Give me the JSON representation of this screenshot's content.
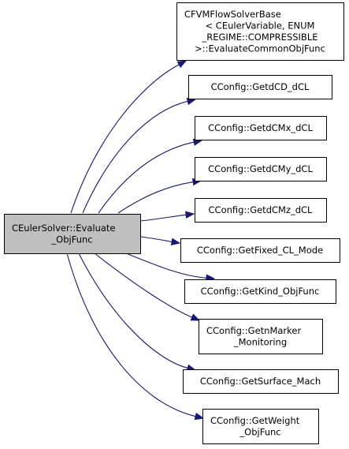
{
  "root": {
    "lines": [
      "CEulerSolver::Evaluate",
      "_ObjFunc"
    ]
  },
  "callees": [
    {
      "lines": [
        "CFVMFlowSolverBase",
        "< CEulerVariable, ENUM",
        "_REGIME::COMPRESSIBLE",
        ">::EvaluateCommonObjFunc"
      ]
    },
    {
      "lines": [
        "CConfig::GetdCD_dCL"
      ]
    },
    {
      "lines": [
        "CConfig::GetdCMx_dCL"
      ]
    },
    {
      "lines": [
        "CConfig::GetdCMy_dCL"
      ]
    },
    {
      "lines": [
        "CConfig::GetdCMz_dCL"
      ]
    },
    {
      "lines": [
        "CConfig::GetFixed_CL_Mode"
      ]
    },
    {
      "lines": [
        "CConfig::GetKind_ObjFunc"
      ]
    },
    {
      "lines": [
        "CConfig::GetnMarker",
        "_Monitoring"
      ]
    },
    {
      "lines": [
        "CConfig::GetSurface_Mach"
      ]
    },
    {
      "lines": [
        "CConfig::GetWeight",
        "_ObjFunc"
      ]
    }
  ],
  "colors": {
    "edge": "#191970",
    "root_fill": "#bfbfbf",
    "node_fill": "#ffffff",
    "border": "#000000"
  }
}
